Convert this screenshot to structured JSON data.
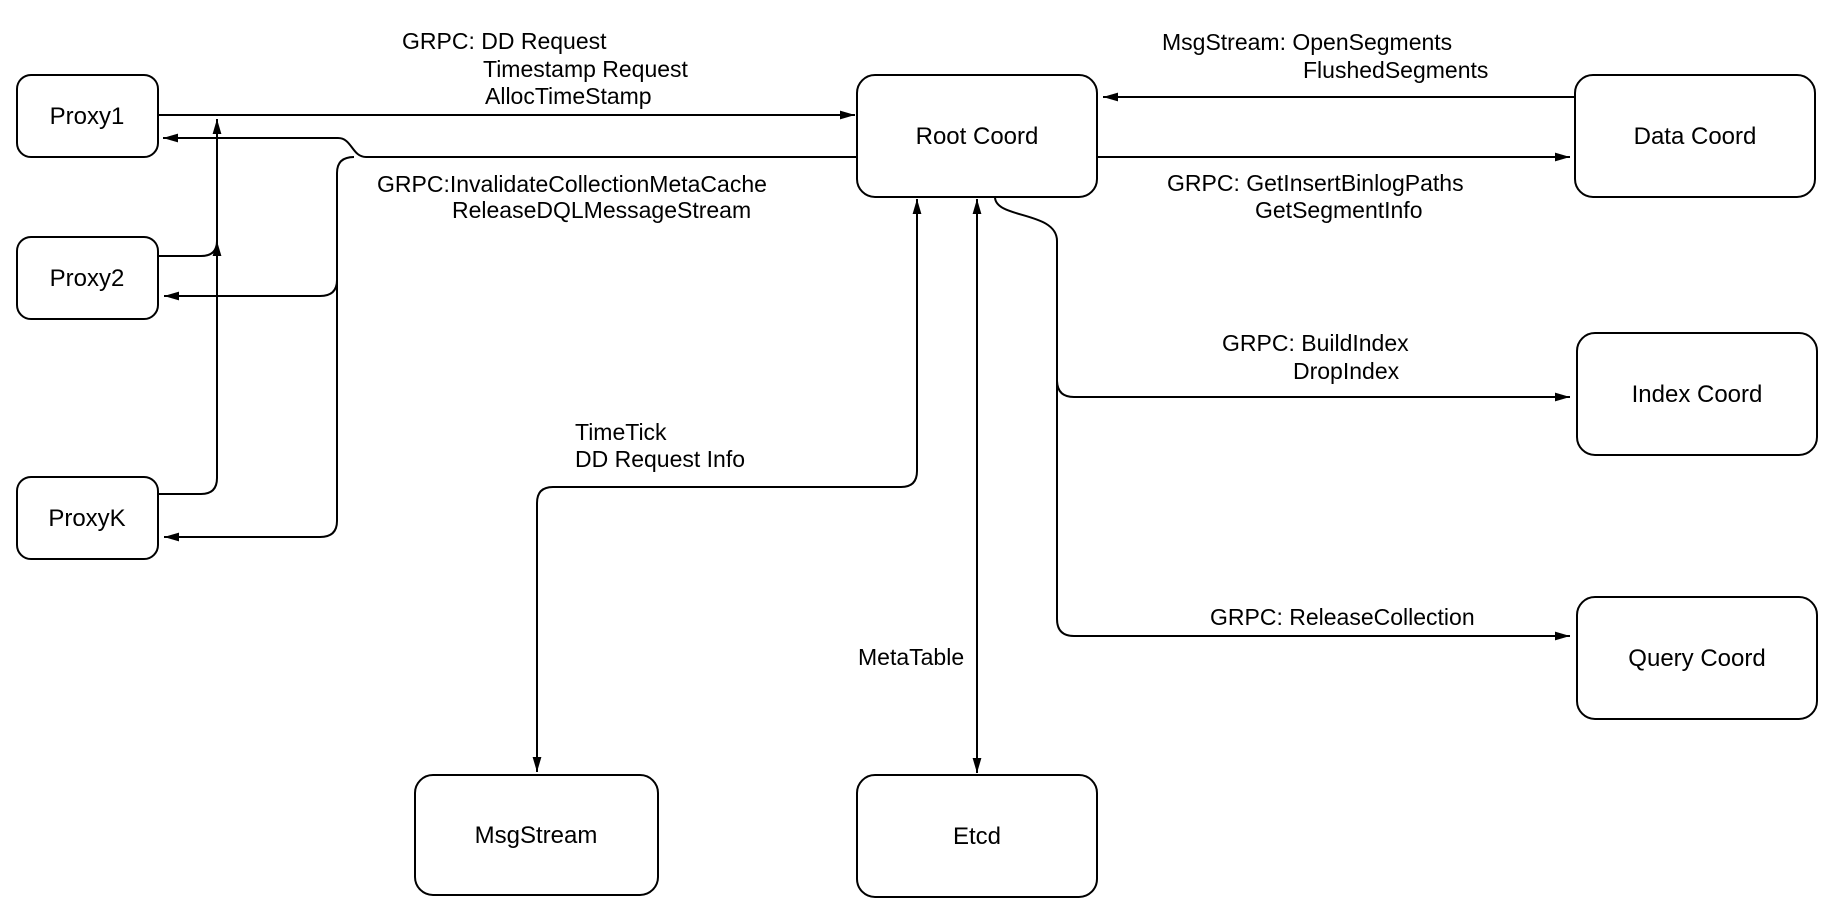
{
  "palette": {
    "background": "#ffffff",
    "stroke": "#000000",
    "box_fill": "#ffffff",
    "text": "#000000"
  },
  "nodes": {
    "proxy1": {
      "label": "Proxy1"
    },
    "proxy2": {
      "label": "Proxy2"
    },
    "proxyk": {
      "label": "ProxyK"
    },
    "root_coord": {
      "label": "Root Coord"
    },
    "data_coord": {
      "label": "Data Coord"
    },
    "index_coord": {
      "label": "Index Coord"
    },
    "query_coord": {
      "label": "Query Coord"
    },
    "msg_stream": {
      "label": "MsgStream"
    },
    "etcd": {
      "label": "Etcd"
    }
  },
  "edge_labels": {
    "proxy_to_root": {
      "line1": "GRPC: DD Request",
      "line2": "Timestamp Request",
      "line3": "AllocTimeStamp"
    },
    "root_to_proxy": {
      "line1": "GRPC:InvalidateCollectionMetaCache",
      "line2": "ReleaseDQLMessageStream"
    },
    "data_to_root": {
      "line1": "MsgStream: OpenSegments",
      "line2": "FlushedSegments"
    },
    "root_to_data": {
      "line1": "GRPC: GetInsertBinlogPaths",
      "line2": "GetSegmentInfo"
    },
    "root_to_index": {
      "line1": "GRPC: BuildIndex",
      "line2": "DropIndex"
    },
    "root_to_query": {
      "line1": "GRPC: ReleaseCollection"
    },
    "root_to_msgstream": {
      "line1": "TimeTick",
      "line2": "DD Request Info"
    },
    "root_to_etcd": {
      "line1": "MetaTable"
    }
  }
}
